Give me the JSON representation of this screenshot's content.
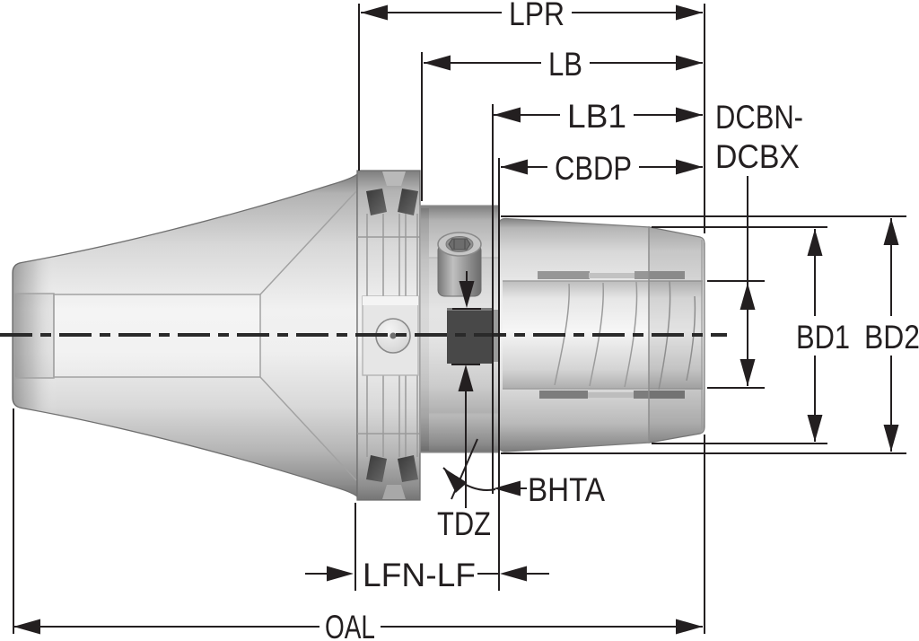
{
  "drawing": {
    "kind": "tool-holder-dimension-diagram"
  },
  "dimension_labels": {
    "lpr": "LPR",
    "lb": "LB",
    "lb1": "LB1",
    "cbdp": "CBDP",
    "dcbn_dcbx_line1": "DCBN-",
    "dcbn_dcbx_line2": "DCBX",
    "bd1": "BD1",
    "bd2": "BD2",
    "bhta": "BHTA",
    "tdz": "TDZ",
    "lfn_lf": "LFN-LF",
    "oal": "OAL"
  },
  "colors": {
    "background": "#ffffff",
    "dimension_lines": "#231f20",
    "label_text": "#231f20",
    "centerline": "#2a2a2a",
    "metal_light": "#f1f1f1",
    "metal_mid": "#c9c9c9",
    "metal_dark": "#8c8c8c",
    "clamp_block": "#484848",
    "groove_facet": "#454545"
  }
}
